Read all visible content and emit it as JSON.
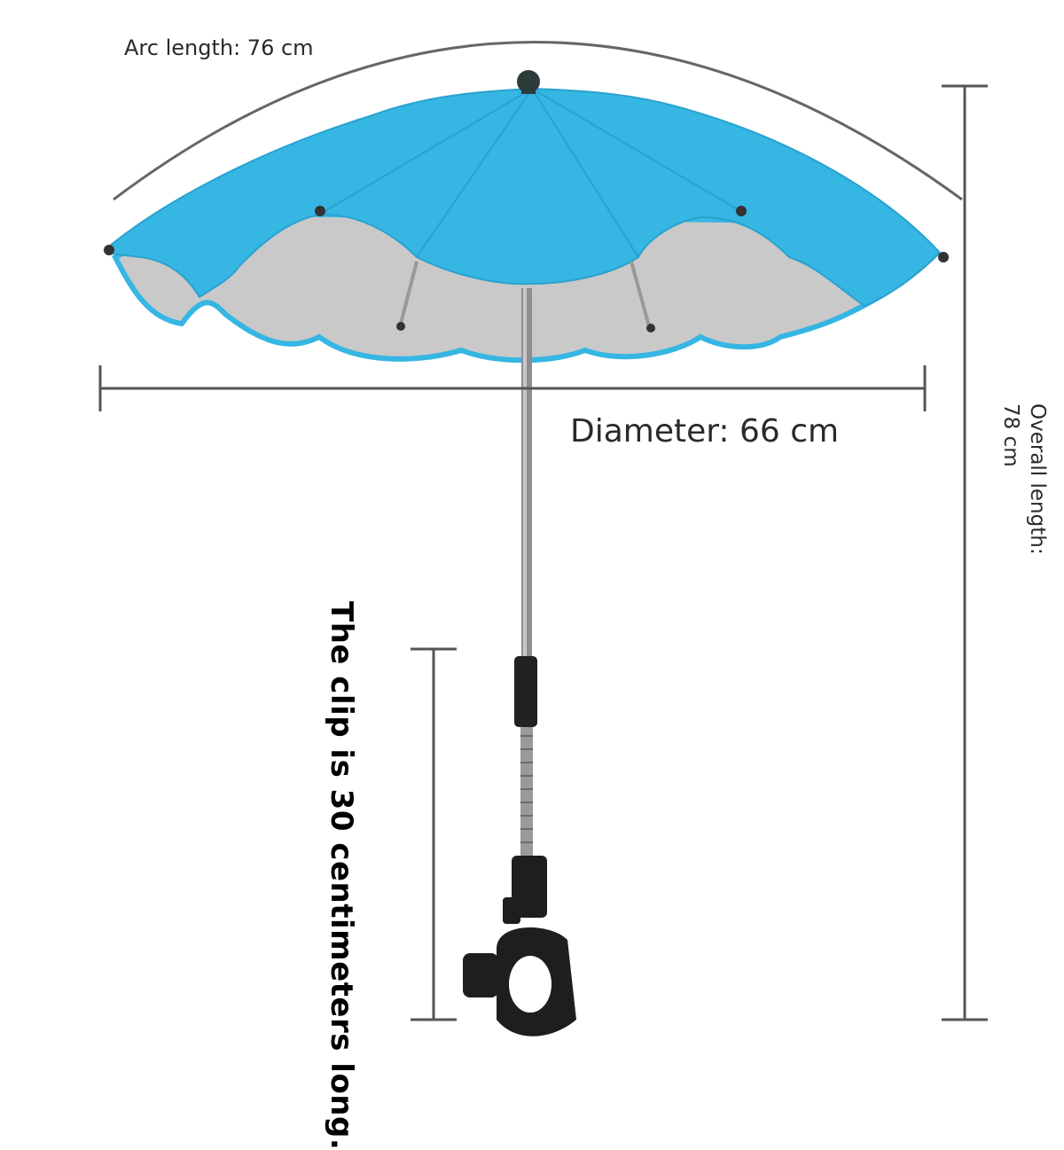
{
  "labels": {
    "arc_length": "Arc length: 76 cm",
    "diameter": "Diameter: 66 cm",
    "overall_length": "Overall length: 78 cm",
    "clip_length": "The clip is 30 centimeters long."
  },
  "colors": {
    "canopy": "#35b6e3",
    "canopy_shadow": "#2aa2cf",
    "underside": "#c9c9c9",
    "pole": "#8e8e8e",
    "clip": "#1e1e1e",
    "dimension_line": "#555555"
  }
}
